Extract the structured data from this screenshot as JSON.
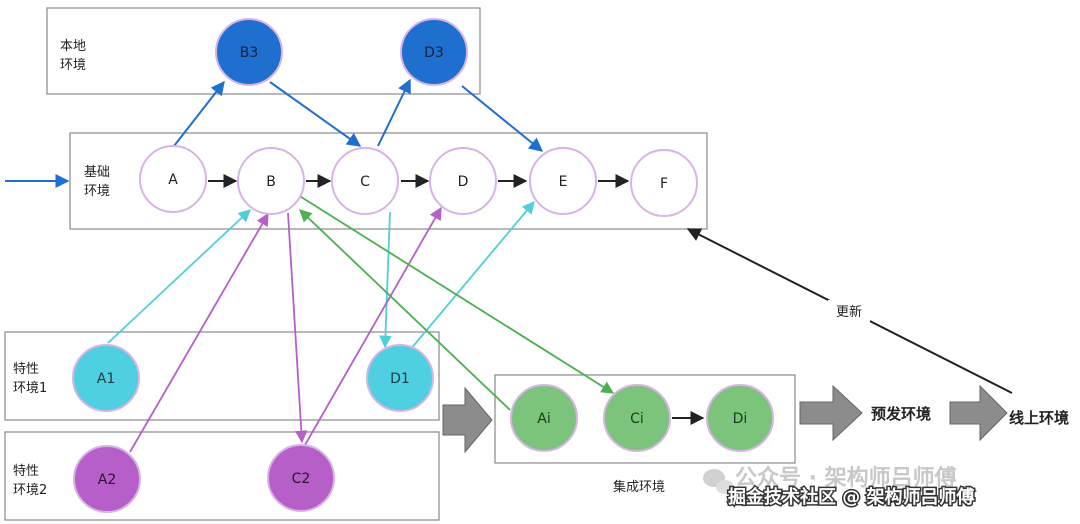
{
  "zones": {
    "local": {
      "label_line1": "本地",
      "label_line2": "环境"
    },
    "base": {
      "label_line1": "基础",
      "label_line2": "环境"
    },
    "feature1": {
      "label_line1": "特性",
      "label_line2": "环境1"
    },
    "feature2": {
      "label_line1": "特性",
      "label_line2": "环境2"
    },
    "integration": {
      "label": "集成环境"
    }
  },
  "nodes": {
    "B3": "B3",
    "D3": "D3",
    "A": "A",
    "B": "B",
    "C": "C",
    "D": "D",
    "E": "E",
    "F": "F",
    "A1": "A1",
    "D1": "D1",
    "A2": "A2",
    "C2": "C2",
    "Ai": "Ai",
    "Ci": "Ci",
    "Di": "Di"
  },
  "stages": {
    "preprod": "预发环境",
    "prod": "线上环境",
    "update_label": "更新"
  },
  "watermark": {
    "line1": "公众号 · 架构师吕师傅",
    "line2": "掘金技术社区 @ 架构师吕师傅"
  },
  "colors": {
    "local_node": "#1f6fcf",
    "feature1_node": "#4fd0e0",
    "feature2_node": "#b65fc8",
    "integration_node": "#7cc47c",
    "base_node_fill": "#ffffff",
    "node_border": "#d7b3e6",
    "blue_arrow": "#1f6fcf",
    "cyan_arrow": "#4fcfd8",
    "purple_arrow": "#b65fc8",
    "green_arrow": "#4caf50",
    "black_arrow": "#222222"
  }
}
